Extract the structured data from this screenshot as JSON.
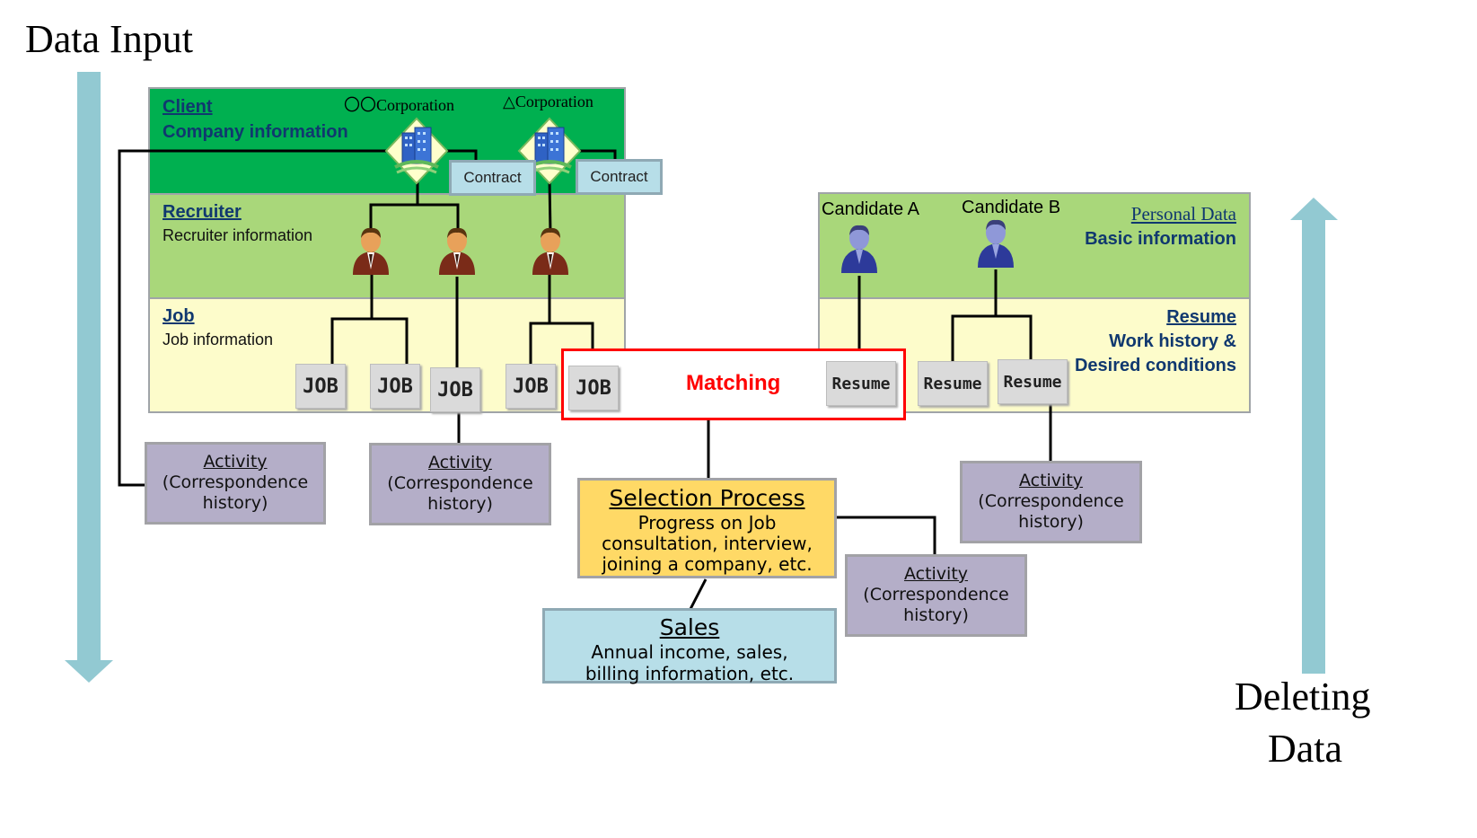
{
  "flow": {
    "input_label": "Data Input",
    "delete_label_1": "Deleting",
    "delete_label_2": "Data"
  },
  "client": {
    "title": "Client",
    "subtitle": "Company information",
    "corp1": "〇〇Corporation",
    "corp2": "△Corporation",
    "contract1": "Contract",
    "contract2": "Contract"
  },
  "recruiter": {
    "title": "Recruiter",
    "subtitle": "Recruiter information"
  },
  "job": {
    "title": "Job",
    "subtitle": "Job information",
    "docs": [
      "JOB",
      "JOB",
      "JOB",
      "JOB",
      "JOB"
    ]
  },
  "personal": {
    "candidate_a": "Candidate A",
    "candidate_b": "Candidate B",
    "title": "Personal Data",
    "subtitle": "Basic information",
    "resume_title": "Resume",
    "resume_sub1": "Work history &",
    "resume_sub2": "Desired conditions",
    "resumes": [
      "Resume",
      "Resume",
      "Resume"
    ]
  },
  "matching": {
    "label": "Matching"
  },
  "selection": {
    "title": "Selection Process",
    "line1": "Progress on Job",
    "line2": "consultation, interview,",
    "line3": "joining a company, etc."
  },
  "sales": {
    "title": "Sales",
    "line1": "Annual income, sales,",
    "line2": "billing information, etc."
  },
  "activities": [
    {
      "title": "Activity",
      "line1": "(Correspondence",
      "line2": "history)"
    },
    {
      "title": "Activity",
      "line1": "(Correspondence",
      "line2": "history)"
    },
    {
      "title": "Activity",
      "line1": "(Correspondence",
      "line2": "history)"
    },
    {
      "title": "Activity",
      "line1": "(Correspondence",
      "line2": "history)"
    }
  ],
  "colors": {
    "arrow": "#92c9d2",
    "client_band": "#00b050",
    "recruiter_band": "#a9d77a",
    "job_band": "#fdfccb",
    "activity": "#b4aec8",
    "selection": "#ffd966",
    "sales": "#b7dee8",
    "matching": "#ff0000",
    "header_text": "#10386f"
  },
  "icons": {
    "client": "building-icon",
    "recruiter": "businessman-icon",
    "candidate": "person-icon"
  }
}
